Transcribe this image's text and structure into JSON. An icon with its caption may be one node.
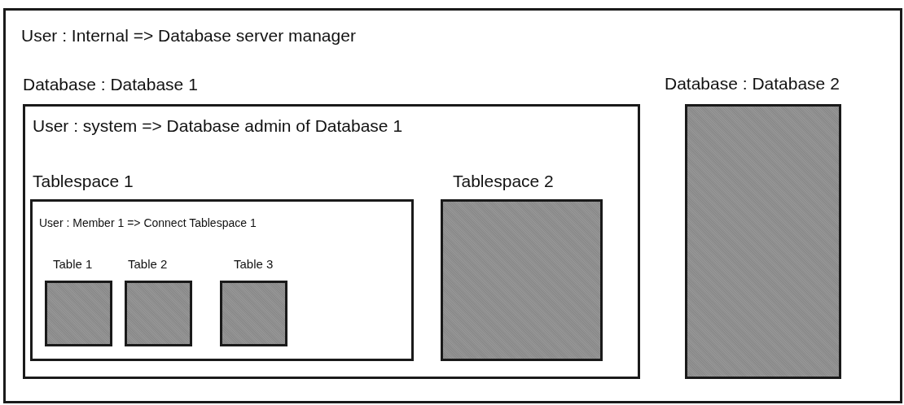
{
  "diagram": {
    "nodes": [
      {
        "text": [
          "User : Internal => Database server manager"
        ]
      },
      {
        "text": [
          "Database : Database 1",
          "User : system => Database admin of Database 1"
        ],
        "in": 0
      },
      {
        "text": [
          "Tablespace 1",
          "User : Member 1 => Connect Tablespace 1"
        ],
        "in": 1
      },
      {
        "text": [
          "Table 1"
        ],
        "in": 2
      },
      {
        "text": [
          "Table 2"
        ],
        "in": 2
      },
      {
        "text": [
          "Table 3"
        ],
        "in": 2
      },
      {
        "text": [
          "Tablespace 2"
        ],
        "in": 1
      },
      {
        "text": [
          "Database : Database 2"
        ],
        "in": 0
      }
    ]
  }
}
